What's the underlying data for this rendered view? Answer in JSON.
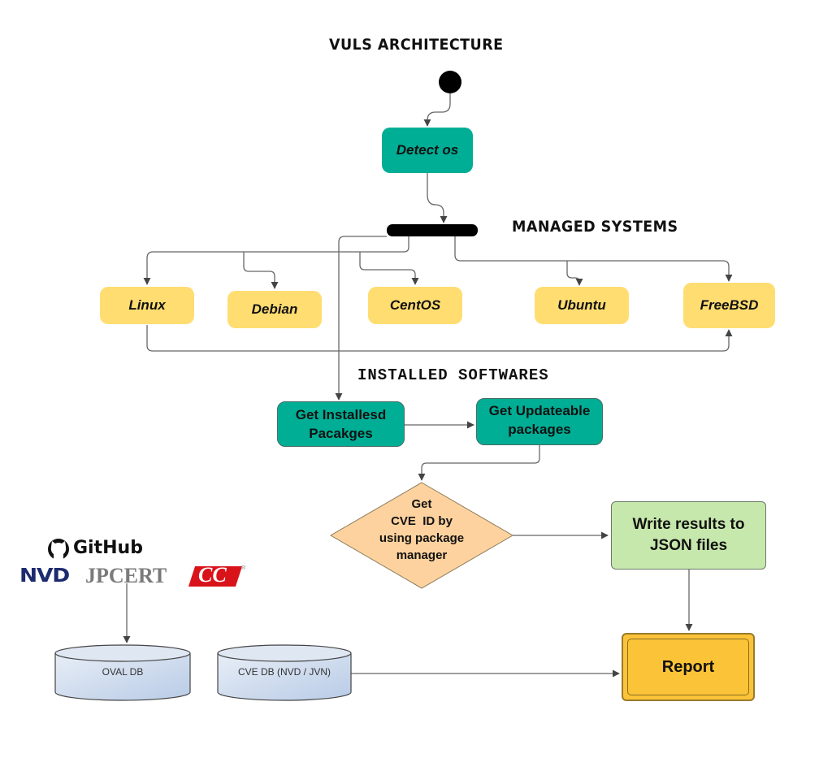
{
  "title": "VULS ARCHITECTURE",
  "sections": {
    "managed_systems": "MANAGED SYSTEMS",
    "installed_softwares": "INSTALLED SOFTWARES"
  },
  "nodes": {
    "start": "start",
    "detect_os": "Detect os",
    "fork_bar": "fork",
    "os_list": [
      "Linux",
      "Debian",
      "CentOS",
      "Ubuntu",
      "FreeBSD"
    ],
    "get_installed": [
      "Get Installesd",
      "Pacakges"
    ],
    "get_updateable": [
      "Get Updateable",
      "packages"
    ],
    "decision": [
      "Get",
      "CVE  ID by",
      "using package",
      "manager"
    ],
    "write_results": [
      "Write results to",
      "JSON files"
    ],
    "report": "Report"
  },
  "sources": {
    "github": "GitHub",
    "nvd": "NVD",
    "jpcert": "JPCERT",
    "cc": "CC",
    "registered": "®"
  },
  "databases": {
    "oval": "OVAL DB",
    "cve": "CVE DB (NVD / JVN)"
  },
  "colors": {
    "teal": "#00ae95",
    "yellow": "#ffdd71",
    "peach": "#fed29e",
    "green": "#c7e8ac",
    "report": "#fbc338",
    "db_fill": "#cfdcef",
    "line": "#666666",
    "nvd_blue": "#1c2a6e",
    "jpcert_gray": "#7a7a7a",
    "cc_red": "#d8141a"
  }
}
